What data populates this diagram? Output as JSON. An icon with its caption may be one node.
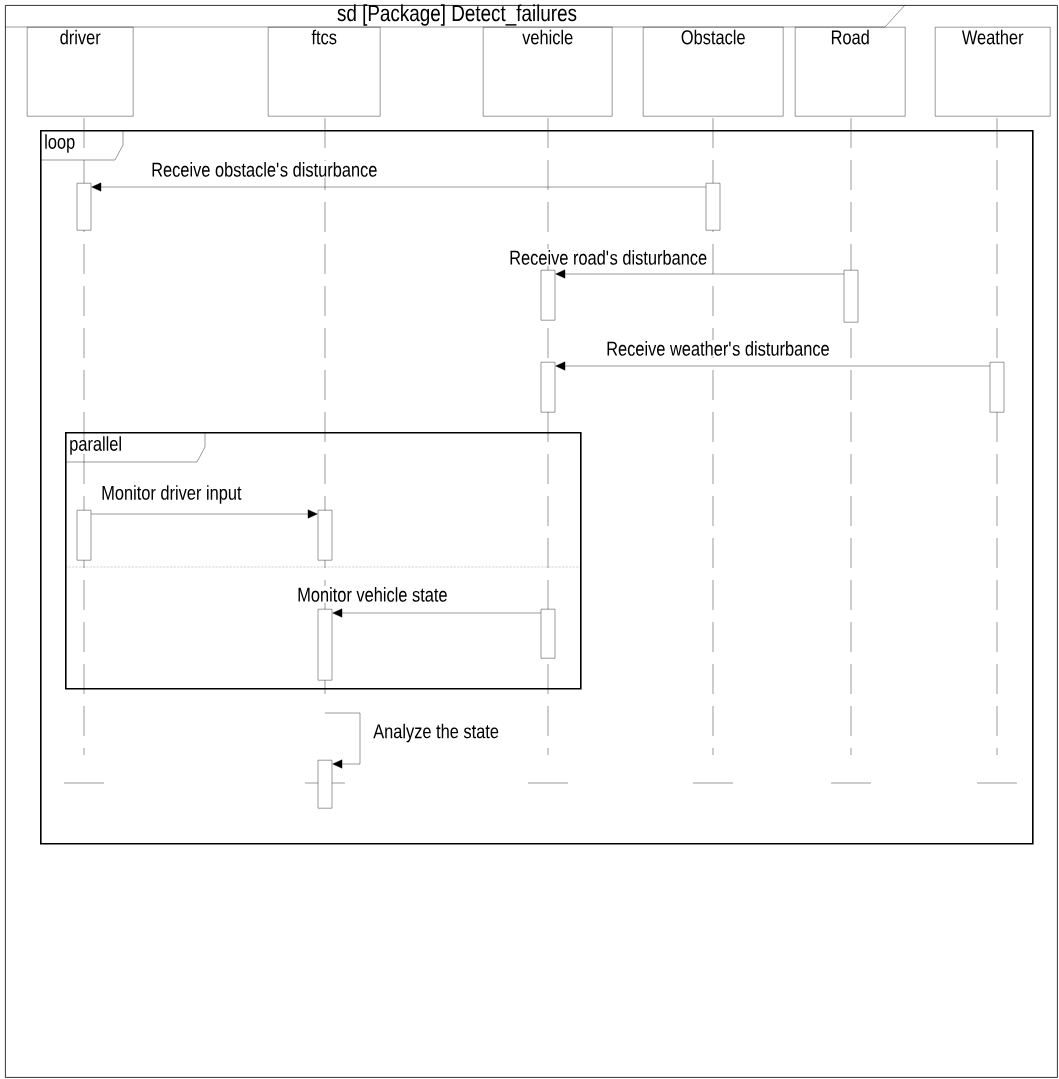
{
  "diagram": {
    "nodes": [
      {
        "text": [
          "sd [Package] Detect_failures"
        ]
      },
      {
        "text": [
          "driver"
        ],
        "in": 0
      },
      {
        "text": [
          "ftcs"
        ],
        "in": 0
      },
      {
        "text": [
          "vehicle"
        ],
        "in": 0
      },
      {
        "text": [
          "Obstacle"
        ],
        "in": 0
      },
      {
        "text": [
          "Road"
        ],
        "in": 0
      },
      {
        "text": [
          "Weather"
        ],
        "in": 0
      },
      {
        "text": [
          "loop"
        ],
        "in": 0
      },
      {
        "text": [
          "parallel"
        ],
        "in": 7
      },
      {
        "text": [],
        "shape": "bar",
        "in": 7
      },
      {
        "text": [],
        "shape": "bar",
        "in": 7
      },
      {
        "text": [],
        "shape": "bar",
        "in": 7
      },
      {
        "text": [],
        "shape": "bar",
        "in": 7
      },
      {
        "text": [],
        "shape": "bar",
        "in": 7
      },
      {
        "text": [],
        "shape": "bar",
        "in": 7
      },
      {
        "text": [],
        "shape": "bar",
        "in": 8
      },
      {
        "text": [],
        "shape": "bar",
        "in": 8
      },
      {
        "text": [],
        "shape": "bar",
        "in": 8
      },
      {
        "text": [],
        "shape": "bar",
        "in": 8
      },
      {
        "text": [],
        "shape": "bar",
        "in": 7
      }
    ],
    "edges": [
      {
        "from": 10,
        "to": 9,
        "arrow": "to",
        "label": "Receive obstacle's disturbance"
      },
      {
        "from": 12,
        "to": 11,
        "arrow": "to",
        "label": "Receive road's disturbance"
      },
      {
        "from": 14,
        "to": 13,
        "arrow": "to",
        "label": "Receive weather's disturbance"
      },
      {
        "from": 15,
        "to": 16,
        "arrow": "to",
        "label": "Monitor driver input"
      },
      {
        "from": 18,
        "to": 17,
        "arrow": "to",
        "label": "Monitor vehicle state"
      },
      {
        "from": null,
        "to": 19,
        "arrow": "to",
        "label": "Analyze the state"
      }
    ]
  }
}
